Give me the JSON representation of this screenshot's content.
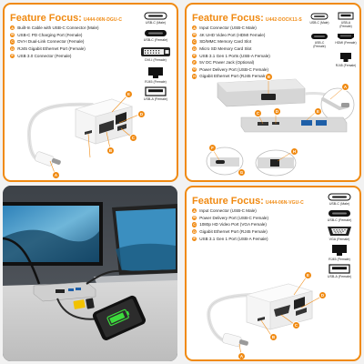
{
  "panel1": {
    "title": "Feature Focus:",
    "model": "U444-06N-DGU-C",
    "features": [
      {
        "letter": "A",
        "text": "Built-In Cable with USB-C Connector (Male)"
      },
      {
        "letter": "B",
        "text": "USB-C PD Charging Port (Female)"
      },
      {
        "letter": "C",
        "text": "DVI-I Dual-Link Connector (Female)"
      },
      {
        "letter": "D",
        "text": "RJ45 Gigabit Ethernet Port (Female)"
      },
      {
        "letter": "E",
        "text": "USB 3.0 Connector (Female)"
      }
    ],
    "connectors": [
      {
        "label": "USB-C (Male)"
      },
      {
        "label": "USB-C (Female)"
      },
      {
        "label": "DVI-I (Female)"
      },
      {
        "label": "RJ45 (Female)"
      },
      {
        "label": "USB-A (Female)"
      }
    ]
  },
  "panel2": {
    "title": "Feature Focus:",
    "model": "U442-DOCK11-S",
    "features": [
      {
        "letter": "A",
        "text": "Input Connector (USB-C Male)"
      },
      {
        "letter": "B",
        "text": "4K UHD Video Port (HDMI Female)"
      },
      {
        "letter": "C",
        "text": "SD/MMC Memory Card Slot"
      },
      {
        "letter": "D",
        "text": "Micro SD Memory Card Slot"
      },
      {
        "letter": "E",
        "text": "USB 3.1 Gen 1 Ports (USB-A Female)"
      },
      {
        "letter": "F",
        "text": "5V DC Power Jack (Optional)"
      },
      {
        "letter": "G",
        "text": "Power Delivery Port (USB-C Female)"
      },
      {
        "letter": "H",
        "text": "Gigabit Ethernet Port (RJ45 Female)"
      }
    ],
    "connectors": [
      {
        "label": "USB-C (Male)"
      },
      {
        "label": "USB-A (Female)"
      },
      {
        "label": "USB-C (Female)"
      },
      {
        "label": "HDMI (Female)"
      },
      {
        "label": "RJ45 (Female)"
      }
    ]
  },
  "panel3": {
    "title": "Feature Focus:",
    "model": "U444-06N-VGU-C",
    "features": [
      {
        "letter": "A",
        "text": "Input Connector (USB-C Male)"
      },
      {
        "letter": "B",
        "text": "Power Delivery Port (USB-C Female)"
      },
      {
        "letter": "C",
        "text": "1080p HD Video Port (VGA Female)"
      },
      {
        "letter": "D",
        "text": "Gigabit Ethernet Port (RJ45 Female)"
      },
      {
        "letter": "E",
        "text": "USB 3.1 Gen 1 Port (USB-A Female)"
      }
    ],
    "connectors": [
      {
        "label": "USB-C (Male)"
      },
      {
        "label": "USB-C (Female)"
      },
      {
        "label": "VGA (Female)"
      },
      {
        "label": "RJ45 (Female)"
      },
      {
        "label": "USB-A (Female)"
      }
    ]
  },
  "callouts": {
    "p1": [
      "A",
      "B",
      "C",
      "D",
      "E"
    ],
    "p2": [
      "A",
      "B",
      "C",
      "D",
      "E",
      "F",
      "G",
      "H"
    ],
    "p3": [
      "A",
      "B",
      "C",
      "D",
      "E"
    ]
  },
  "colors": {
    "accent": "#f08a12",
    "device": "#f4f4f4",
    "cable": "#e9e9e9"
  }
}
